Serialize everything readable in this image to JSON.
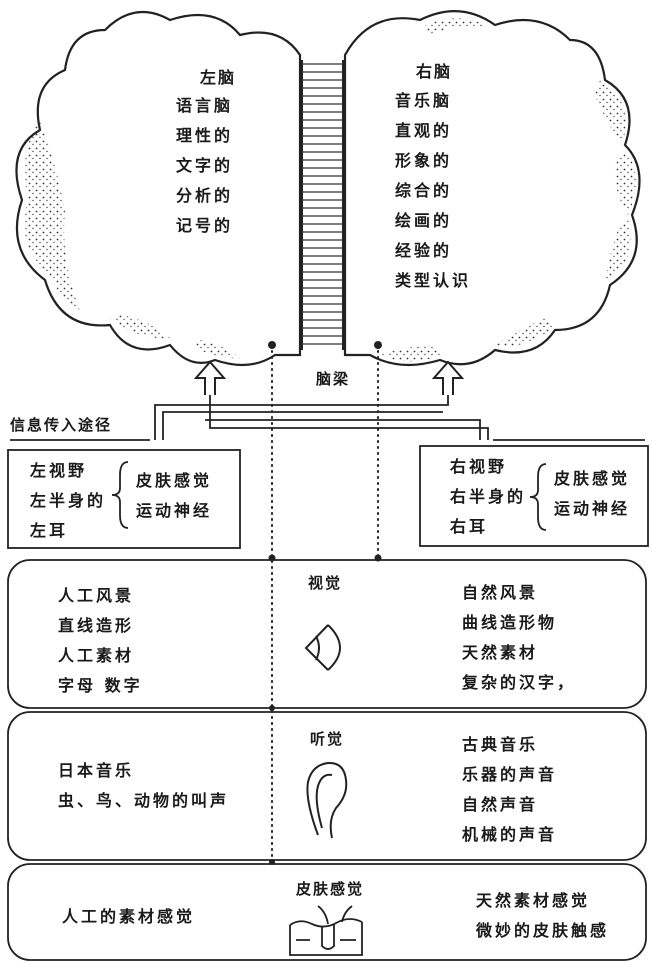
{
  "left_brain": {
    "title": "左脑",
    "traits": [
      "语言脑",
      "理性的",
      "文字的",
      "分析的",
      "记号的"
    ]
  },
  "right_brain": {
    "title": "右脑",
    "traits": [
      "音乐脑",
      "直观的",
      "形象的",
      "综合的",
      "绘画的",
      "经验的",
      "类型认识"
    ]
  },
  "corpus_callosum": "脑梁",
  "info_pathway_title": "信息传入途径",
  "left_input": {
    "items": [
      "左视野",
      "左半身的",
      "左耳"
    ],
    "senses": [
      "皮肤感觉",
      "运动神经"
    ]
  },
  "right_input": {
    "items": [
      "右视野",
      "右半身的",
      "右耳"
    ],
    "senses": [
      "皮肤感觉",
      "运动神经"
    ]
  },
  "vision": {
    "title": "视觉",
    "left": [
      "人工风景",
      "直线造形",
      "人工素材",
      "字母 数字"
    ],
    "right": [
      "自然风景",
      "曲线造形物",
      "天然素材",
      "复杂的汉字，"
    ]
  },
  "hearing": {
    "title": "听觉",
    "left": [
      "日本音乐",
      "虫、鸟、动物的叫声"
    ],
    "right": [
      "古典音乐",
      "乐器的声音",
      "自然声音",
      "机械的声音"
    ]
  },
  "touch": {
    "title": "皮肤感觉",
    "left": [
      "人工的素材感觉"
    ],
    "right": [
      "天然素材感觉",
      "微妙的皮肤触感"
    ]
  },
  "icons": [
    "eye-icon",
    "ear-icon",
    "skin-icon"
  ]
}
